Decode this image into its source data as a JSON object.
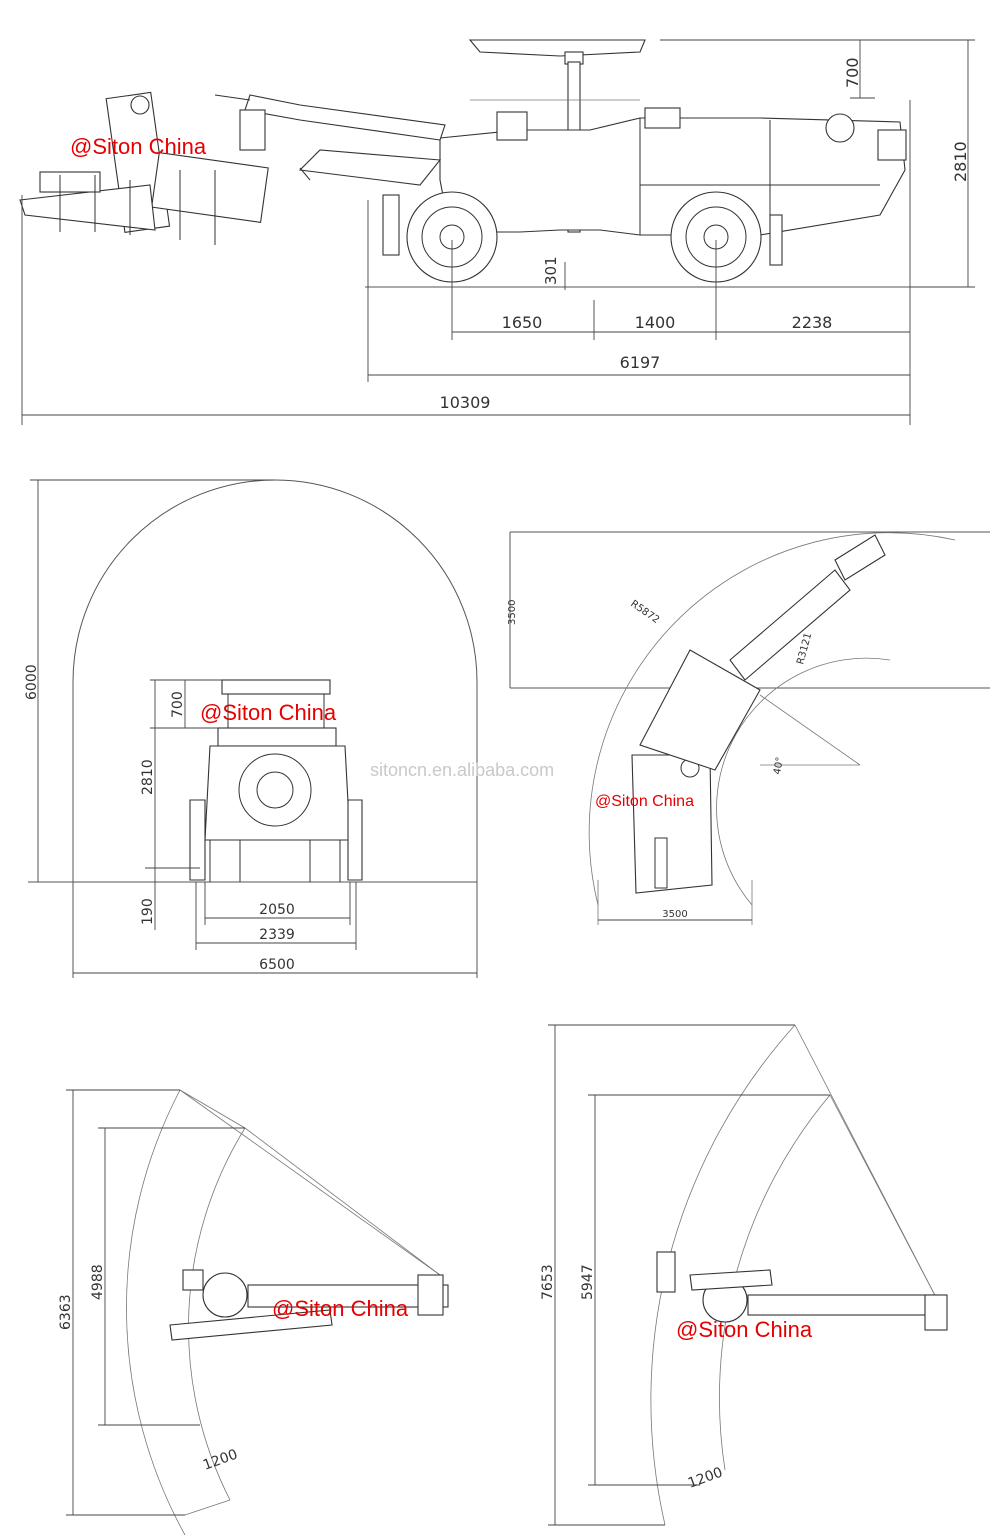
{
  "watermark": {
    "text": "@Siton China",
    "site_text": "sitoncn.en.alibaba.com",
    "color": "#e60000"
  },
  "side_view": {
    "dims": {
      "roof_height": "700",
      "total_height": "2810",
      "ground_clearance": "301",
      "front_axle": "1650",
      "wheelbase": "1400",
      "rear_overhang": "2238",
      "body_length": "6197",
      "total_length": "10309"
    }
  },
  "front_view": {
    "dims": {
      "tunnel_height": "6000",
      "roof_height": "700",
      "machine_height": "2810",
      "clearance": "190",
      "track_width": "2050",
      "body_width": "2339",
      "tunnel_width": "6500"
    }
  },
  "turning_view": {
    "dims": {
      "outer_radius": "R5872",
      "inner_radius": "R3121",
      "lane_width_top": "3500",
      "lane_width_bottom": "3500",
      "angle": "40°"
    }
  },
  "coverage_left": {
    "dims": {
      "outer_height": "6363",
      "inner_height": "4988",
      "band_width": "1200"
    }
  },
  "coverage_right": {
    "dims": {
      "outer_height": "7653",
      "inner_height": "5947",
      "band_width": "1200"
    }
  }
}
